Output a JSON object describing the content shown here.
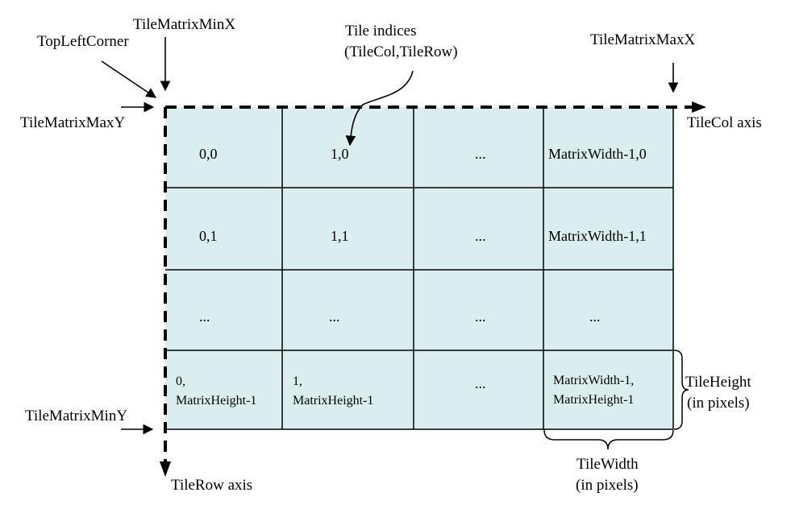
{
  "labels": {
    "tile_matrix_min_x": "TileMatrixMinX",
    "top_left_corner": "TopLeftCorner",
    "tile_indices_line1": "Tile indices",
    "tile_indices_line2": "(TileCol,TileRow)",
    "tile_matrix_max_x": "TileMatrixMaxX",
    "tile_matrix_max_y": "TileMatrixMaxY",
    "tile_col_axis": "TileCol axis",
    "tile_matrix_min_y": "TileMatrixMinY",
    "tile_row_axis": "TileRow axis",
    "tile_height_line1": "TileHeight",
    "tile_height_line2": "(in pixels)",
    "tile_width_line1": "TileWidth",
    "tile_width_line2": "(in pixels)"
  },
  "cells": {
    "r0c0": "0,0",
    "r0c1": "1,0",
    "r0c2": "...",
    "r0c3": "MatrixWidth-1,0",
    "r1c0": "0,1",
    "r1c1": "1,1",
    "r1c2": "...",
    "r1c3": "MatrixWidth-1,1",
    "r2c0": "...",
    "r2c1": "...",
    "r2c2": "...",
    "r2c3": "...",
    "r3c0_line1": "0,",
    "r3c0_line2": "MatrixHeight-1",
    "r3c1_line1": "1,",
    "r3c1_line2": "MatrixHeight-1",
    "r3c2": "...",
    "r3c3_line1": "MatrixWidth-1,",
    "r3c3_line2": "MatrixHeight-1"
  },
  "colors": {
    "tile_fill": "#daedef",
    "line": "#000000"
  }
}
